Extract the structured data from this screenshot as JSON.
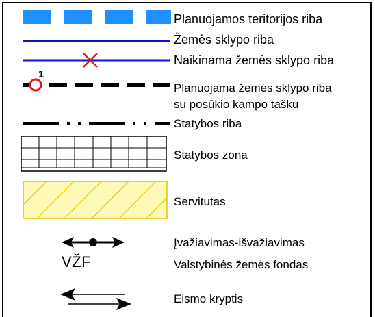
{
  "legend": {
    "items": [
      {
        "id": "planned-territory-boundary",
        "label": "Planuojamos teritorijos riba"
      },
      {
        "id": "land-plot-boundary",
        "label": "Žemės sklypo riba"
      },
      {
        "id": "removed-land-plot-boundary",
        "label": "Naikinama žemės sklypo riba"
      },
      {
        "id": "planned-land-plot-boundary",
        "label": "Planuojama žemės sklypo riba",
        "label2": "su posūkio kampo tašku",
        "point_number": "1"
      },
      {
        "id": "building-boundary",
        "label": "Statybos riba"
      },
      {
        "id": "building-zone",
        "label": "Statybos zona"
      },
      {
        "id": "easement",
        "label": "Servitutas"
      },
      {
        "id": "entrance-exit",
        "label": "Įvažiavimas-išvažiavimas"
      },
      {
        "id": "state-land-fund",
        "label": "Valstybinės žemės fondas",
        "abbreviation": "VŽF"
      },
      {
        "id": "traffic-direction",
        "label": "Eismo kryptis"
      }
    ]
  },
  "colors": {
    "territory_blue": "#1e90ff",
    "plot_line_blue": "#1010c8",
    "cross_red": "#e8141e",
    "point_red": "#e8141e",
    "easement_yellow": "#fff9b8",
    "easement_hatch": "#e6c400"
  }
}
